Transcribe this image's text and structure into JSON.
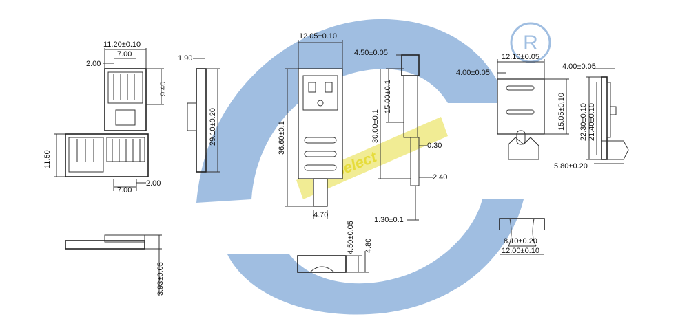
{
  "watermark": {
    "brand_text": "Select",
    "registered_mark": "R"
  },
  "colors": {
    "watermark_blue": "#8fb3dc",
    "watermark_yellow": "#e6dc3c",
    "line": "#222222"
  },
  "front_view": {
    "width": "11.20±0.10",
    "inner": "7.00",
    "offset": "2.00",
    "pin_height": "9.40",
    "side": "11.50",
    "bottom_inner": "7.00",
    "bottom_offset": "2.00"
  },
  "side_view": {
    "top": "1.90",
    "height": "29.10±0.20"
  },
  "side_bottom_view": {
    "thickness": "3.93±0.05"
  },
  "main_view": {
    "width": "12.05±0.10",
    "length": "36.60±0.1",
    "tab": "4.70"
  },
  "main_side_view": {
    "top": "4.50±0.05",
    "upper": "15.00±0.1",
    "length": "30.00±0.1",
    "gap": "0.30",
    "step": "2.40",
    "tip": "1.30±0.1"
  },
  "end_view": {
    "inner_height": "4.50±0.05",
    "outer_height": "4.80"
  },
  "shell_view": {
    "width": "12.10±0.05",
    "left": "4.00±0.05",
    "height": "15.05±0.10"
  },
  "shell_side_view": {
    "top": "4.00±0.05",
    "outer": "22.30±0.10",
    "inner": "21.40±0.10",
    "bottom": "5.80±0.20"
  },
  "shell_end_view": {
    "inner_width": "8.10±0.20",
    "outer_width": "12.00±0.10"
  }
}
